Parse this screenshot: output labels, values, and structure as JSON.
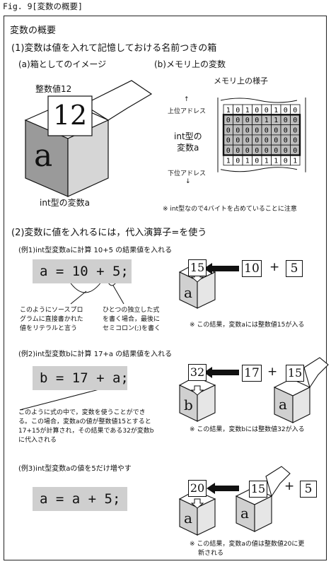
{
  "fig_label": "Fig. 9[変数の概要]",
  "title": "変数の概要",
  "section1": {
    "heading": "(1)変数は値を入れて記憶しておける名前つきの箱",
    "a_heading": "(a)箱としてのイメージ",
    "b_heading": "(b)メモリ上の変数",
    "card_label": "整数値12",
    "card_value": "12",
    "box_letter": "a",
    "box_caption": "int型の変数a",
    "memory_title": "メモリ上の様子",
    "upper_address": "上位アドレス",
    "lower_address": "下位アドレス",
    "up_arrow": "↑",
    "down_arrow": "↓",
    "var_label_line1": "int型の",
    "var_label_line2": "変数a",
    "memory_rows": [
      [
        "1",
        "0",
        "1",
        "0",
        "0",
        "1",
        "0",
        "0"
      ],
      [
        "0",
        "0",
        "0",
        "0",
        "1",
        "1",
        "0",
        "0"
      ],
      [
        "0",
        "0",
        "0",
        "0",
        "0",
        "0",
        "0",
        "0"
      ],
      [
        "0",
        "0",
        "0",
        "0",
        "0",
        "0",
        "0",
        "0"
      ],
      [
        "0",
        "0",
        "0",
        "0",
        "0",
        "0",
        "0",
        "0"
      ],
      [
        "1",
        "0",
        "1",
        "0",
        "1",
        "1",
        "0",
        "1"
      ]
    ],
    "note": "※ int型なので4バイトを占めていることに注意"
  },
  "section2": {
    "heading": "(2)変数に値を入れるには，代入演算子=を使う",
    "ex1": {
      "heading": "(例1)int型変数aに計算 10+5 の結果値を入れる",
      "code": "a = 10 + 5;",
      "note_left": [
        "このようにソースプロ",
        "グラムに直接書かれた",
        "値をリテラルと言う"
      ],
      "note_right": [
        "ひとつの独立した式",
        "を書く場合，最後に",
        "セミコロン(;)を書く"
      ],
      "box_value": "15",
      "box_letter": "a",
      "op1": "10",
      "plus": "+",
      "op2": "5",
      "result_note": "※ この結果，変数aには整数値15が入る"
    },
    "ex2": {
      "heading": "(例2)int型変数bに計算 17+a の結果値を入れる",
      "code": "b = 17 + a;",
      "note": [
        "このように式の中で，変数を使うことができ",
        "る。この場合，変数aの値が整数値15とすると",
        "17+15が計算され，その結果である32が変数b",
        "に代入される"
      ],
      "box_value": "32",
      "box_letter": "b",
      "op1": "17",
      "plus": "+",
      "op2_value": "15",
      "op2_letter": "a",
      "result_note": "※ この結果，変数bには整数値32が入る"
    },
    "ex3": {
      "heading": "(例3)int型変数aの値を5だけ増やす",
      "code": "a = a + 5;",
      "box_value": "20",
      "box_letter": "a",
      "op1_value": "15",
      "op1_letter": "a",
      "plus": "+",
      "op2": "5",
      "result_note": [
        "※ この結果，変数aの値は整数値20に更",
        "新される"
      ]
    }
  }
}
